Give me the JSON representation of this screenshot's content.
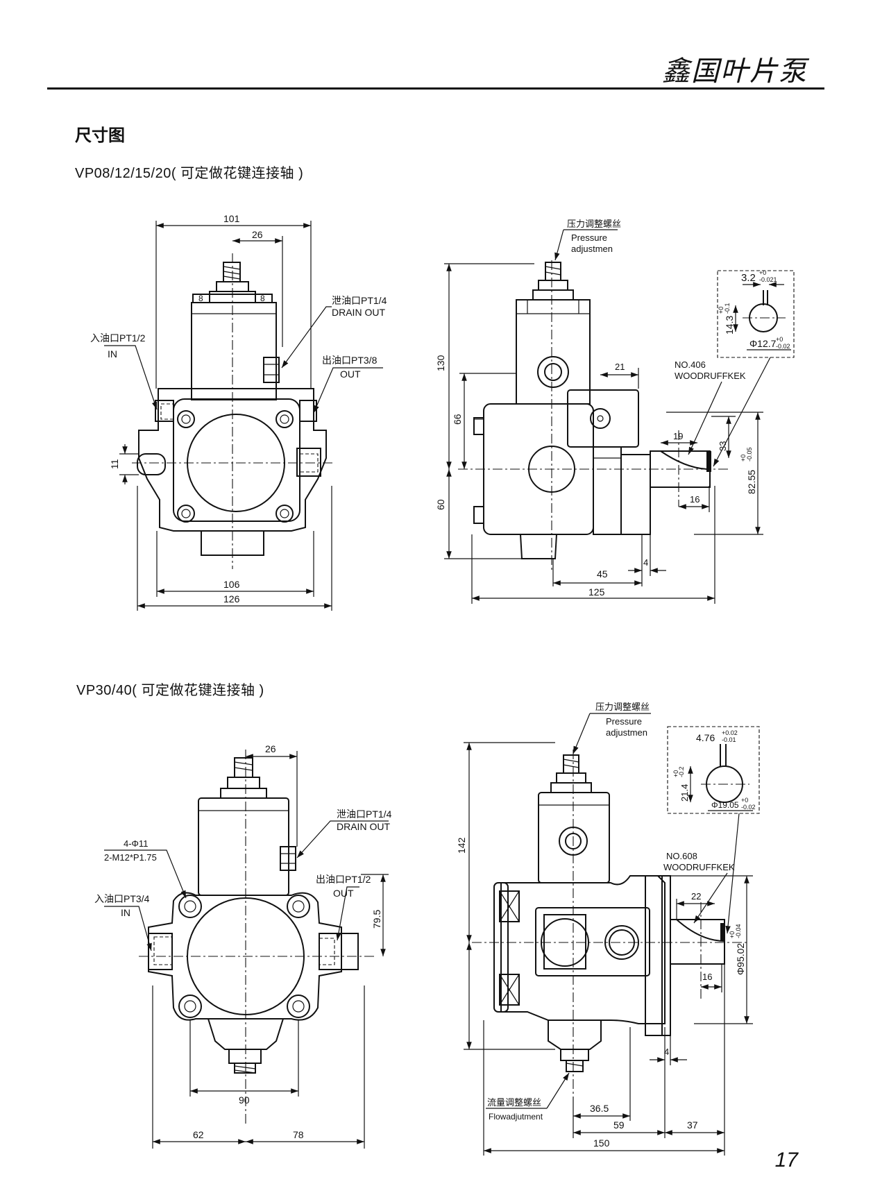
{
  "header": {
    "brand_title": "鑫国叶片泵"
  },
  "section_title": "尺寸图",
  "models": [
    {
      "title": "VP08/12/15/20( 可定做花键连接轴 )",
      "front_view": {
        "dims": {
          "top_width": "101",
          "top_offset": "26",
          "bottom_inner": "106",
          "bottom_outer": "126",
          "left_height": "11",
          "bolt_left": "8",
          "bolt_right": "8"
        },
        "labels": {
          "drain_cn": "泄油口PT1/4",
          "drain_en": "DRAIN OUT",
          "inlet_cn": "入油口PT1/2",
          "inlet_en": "IN",
          "outlet_cn": "出油口PT3/8",
          "outlet_en": "OUT"
        }
      },
      "side_view": {
        "dims": {
          "height": "130",
          "upper": "66",
          "lower": "60",
          "len_125": "125",
          "len_45": "45",
          "len_4": "4",
          "len_21": "21",
          "len_19": "19",
          "len_16": "16",
          "dia_33": "33",
          "shaft_8255": "82.55",
          "shaft_8255_tol_up": "+0",
          "shaft_8255_tol_lo": "-0.05"
        },
        "labels": {
          "pressure_cn": "压力调整螺丝",
          "pressure_en1": "Pressure",
          "pressure_en2": "adjustmen",
          "key_no": "NO.406",
          "key_name": "WOODRUFFKEK"
        },
        "key_detail": {
          "w": "3.2",
          "w_tol_up": "+0",
          "w_tol_lo": "-0.021",
          "h": "14.3",
          "h_tol_up": "+0",
          "h_tol_lo": "-0.1",
          "d": "Φ12.7",
          "d_tol_up": "+0",
          "d_tol_lo": "-0.02"
        }
      }
    },
    {
      "title": "VP30/40( 可定做花键连接轴 )",
      "front_view": {
        "dims": {
          "top_offset": "26",
          "height_795": "79.5",
          "d_90": "90",
          "left_62": "62",
          "right_78": "78"
        },
        "labels": {
          "holes": "4-Φ11",
          "thread": "2-M12*P1.75",
          "drain_cn": "泄油口PT1/4",
          "drain_en": "DRAIN OUT",
          "inlet_cn": "入油口PT3/4",
          "inlet_en": "IN",
          "outlet_cn": "出油口PT1/2",
          "outlet_en": "OUT"
        }
      },
      "side_view": {
        "dims": {
          "height": "142",
          "len_150": "150",
          "len_59": "59",
          "len_365": "36.5",
          "len_37": "37",
          "len_4": "4",
          "len_22": "22",
          "len_16": "16",
          "shaft_9502": "Φ95.02",
          "shaft_9502_tol_up": "+0",
          "shaft_9502_tol_lo": "-0.04"
        },
        "labels": {
          "pressure_cn": "压力调整螺丝",
          "pressure_en1": "Pressure",
          "pressure_en2": "adjustmen",
          "flow_cn": "流量调整螺丝",
          "flow_en": "Flowadjutment",
          "key_no": "NO.608",
          "key_name": "WOODRUFFKEK"
        },
        "key_detail": {
          "w": "4.76",
          "w_tol_up": "+0.02",
          "w_tol_lo": "-0.01",
          "h": "21.4",
          "h_tol_up": "+0",
          "h_tol_lo": "-0.2",
          "d": "Φ19.05",
          "d_tol_up": "+0",
          "d_tol_lo": "-0.02"
        }
      }
    }
  ],
  "page_number": "17"
}
